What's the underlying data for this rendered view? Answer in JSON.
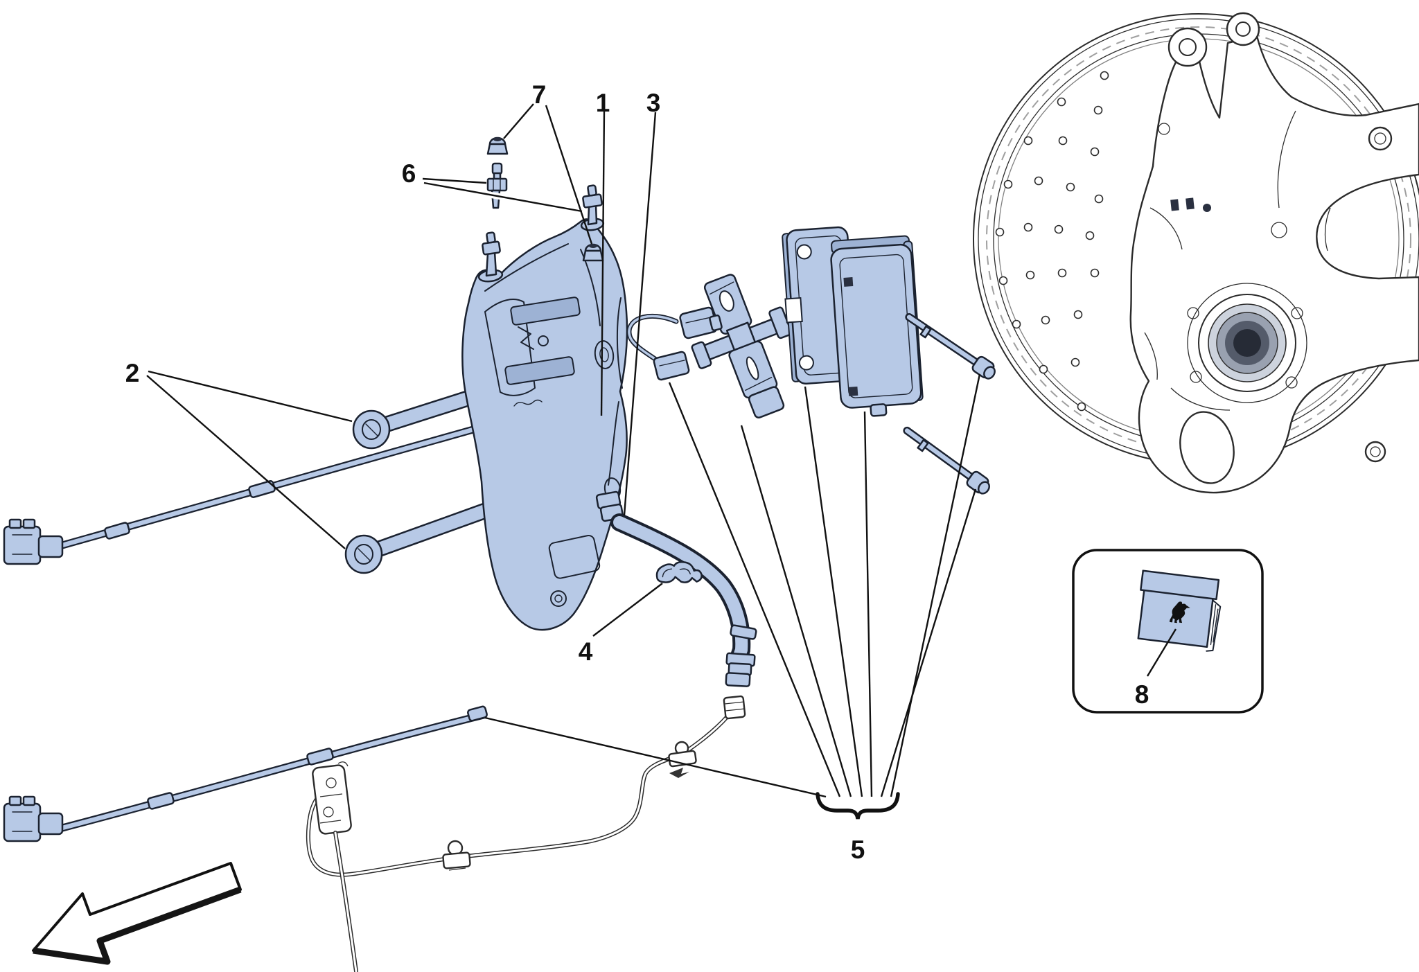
{
  "callouts": {
    "c1": "1",
    "c2": "2",
    "c3": "3",
    "c4": "4",
    "c5": "5",
    "c6": "6",
    "c7": "7",
    "c8": "8"
  },
  "colors": {
    "part_fill": "#b7c9e6",
    "part_shade": "#9db2d4",
    "part_outline": "#1b2230",
    "lineart": "#2b2b2b",
    "leader": "#111111",
    "label_color": "#111111"
  },
  "icons": {
    "logo": "ferrari-prancing-horse-icon",
    "direction": "direction-arrow-icon"
  }
}
